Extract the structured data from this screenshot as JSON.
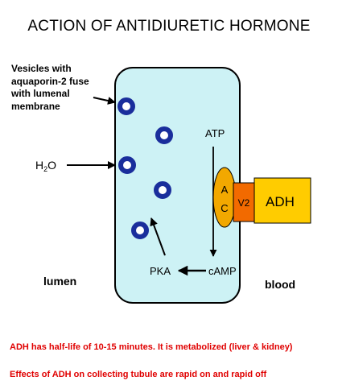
{
  "title": "ACTION OF ANTIDIURETIC HORMONE",
  "labels": {
    "vesicles_line1": "Vesicles with",
    "vesicles_line2": "aquaporin-2 fuse",
    "vesicles_line3": "with lumenal",
    "vesicles_line4": "membrane",
    "water_main": "H",
    "water_sub": "2",
    "water_end": "O",
    "atp": "ATP",
    "camp": "cAMP",
    "pka": "PKA",
    "lumen": "lumen",
    "blood": "blood",
    "ac_a": "A",
    "ac_c": "C",
    "v2": "V2",
    "adh": "ADH"
  },
  "notes": {
    "line1": "ADH has half-life of 10-15 minutes.  It is metabolized (liver & kidney)",
    "line2": "Effects of ADH on collecting tubule are rapid on and rapid off"
  },
  "colors": {
    "cell_fill": "#cdf2f5",
    "vesicle_ring": "#1a2e9c",
    "ac_fill": "#f2a800",
    "v2_fill": "#f26a00",
    "adh_fill": "#ffcc00",
    "note_text": "#e00000"
  }
}
